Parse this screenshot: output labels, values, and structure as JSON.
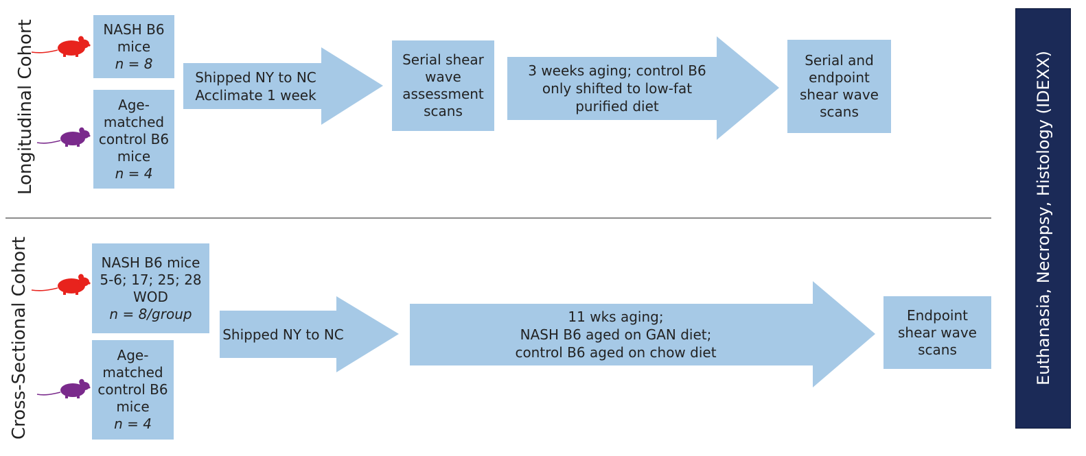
{
  "colors": {
    "box_fill": "#a6c9e6",
    "nash_mouse": "#e8231d",
    "control_mouse": "#7a2a8c",
    "side_panel": "#1b2a57",
    "divider": "#8c8c8c"
  },
  "longitudinal": {
    "label": "Longitudinal Cohort",
    "nash_box": {
      "line1": "NASH B6",
      "line2": "mice",
      "n": "n = 8"
    },
    "control_box": {
      "line1": "Age-",
      "line2": "matched",
      "line3": "control B6",
      "line4": "mice",
      "n": "n = 4"
    },
    "arrow1": {
      "line1": "Shipped NY to NC",
      "line2": "Acclimate 1 week"
    },
    "scan_box": {
      "line1": "Serial shear",
      "line2": "wave",
      "line3": "assessment",
      "line4": "scans"
    },
    "arrow2": {
      "line1": "3 weeks aging; control B6",
      "line2": "only shifted to low-fat",
      "line3": "purified diet"
    },
    "end_box": {
      "line1": "Serial and",
      "line2": "endpoint",
      "line3": "shear wave",
      "line4": "scans"
    }
  },
  "cross_sectional": {
    "label": "Cross-Sectional Cohort",
    "nash_box": {
      "line1": "NASH B6 mice",
      "line2": "5-6; 17; 25; 28",
      "line3": "WOD",
      "n": "n = 8/group"
    },
    "control_box": {
      "line1": "Age-",
      "line2": "matched",
      "line3": "control B6",
      "line4": "mice",
      "n": "n = 4"
    },
    "arrow1": {
      "line1": "Shipped NY to NC"
    },
    "arrow2": {
      "line1": "11 wks aging;",
      "line2": "NASH B6 aged on GAN diet;",
      "line3": "control B6 aged on chow diet"
    },
    "end_box": {
      "line1": "Endpoint",
      "line2": "shear wave",
      "line3": "scans"
    }
  },
  "side_panel": {
    "label": "Euthanasia, Necropsy, Histology (IDEXX)"
  }
}
